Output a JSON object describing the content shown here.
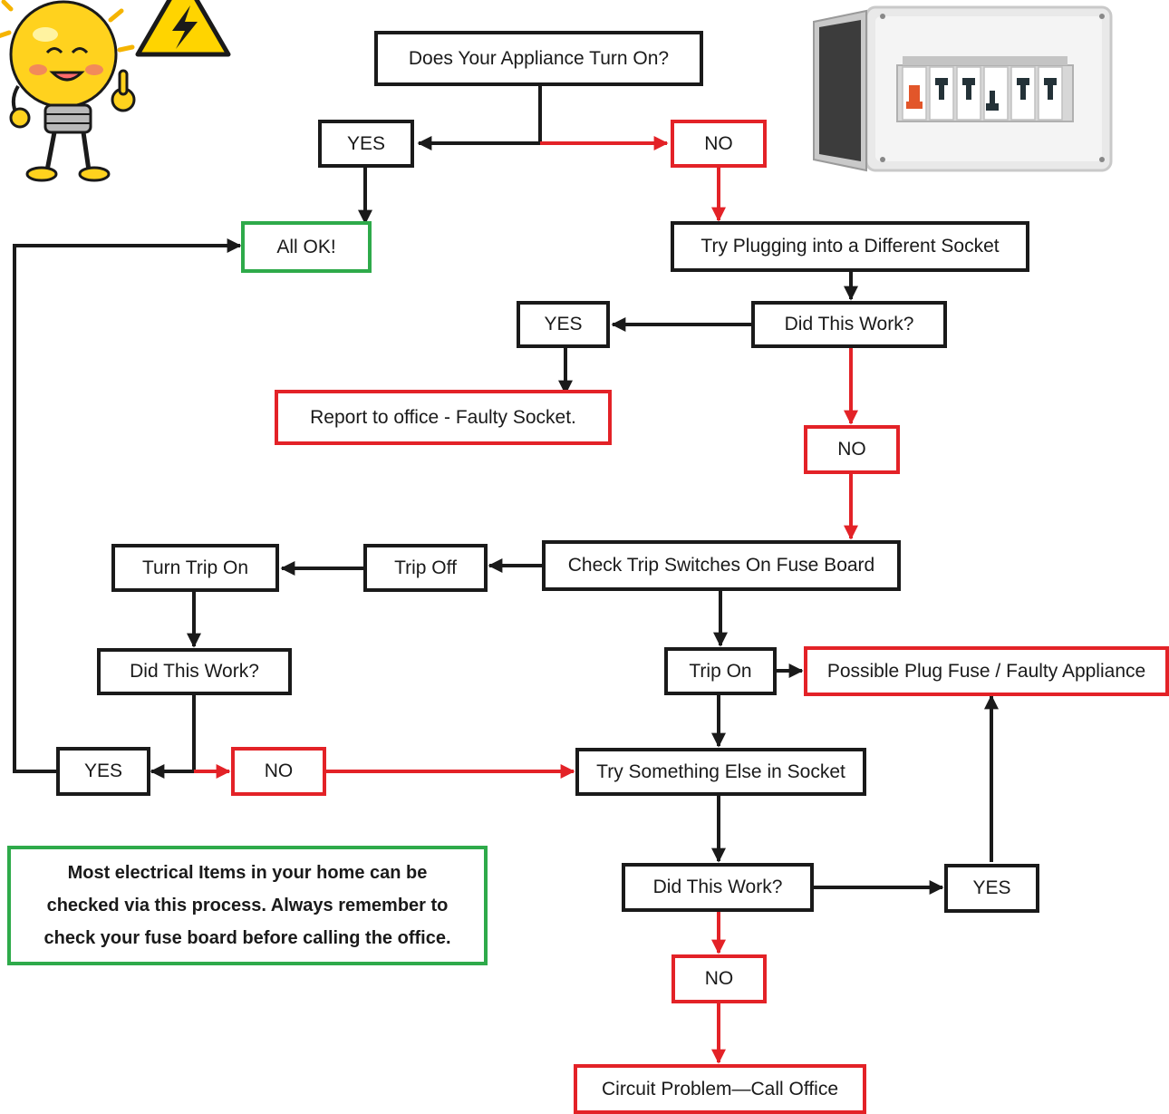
{
  "colors": {
    "black": "#1a1a1a",
    "red": "#e32227",
    "green": "#2eaa4a"
  },
  "icons": [
    "lightbulb-mascot-icon",
    "electric-warning-icon",
    "fuse-board-icon"
  ],
  "nodes": {
    "start": "Does Your Appliance Turn On?",
    "yes1": "YES",
    "no1": "NO",
    "all_ok": "All OK!",
    "try_socket": "Try Plugging into a Different Socket",
    "did_work1": "Did This Work?",
    "yes2": "YES",
    "report": "Report to office - Faulty Socket.",
    "no2": "NO",
    "check_trip": "Check Trip Switches On Fuse Board",
    "trip_off": "Trip Off",
    "turn_trip_on": "Turn Trip On",
    "did_work2": "Did This Work?",
    "yes3": "YES",
    "no3": "NO",
    "trip_on": "Trip On",
    "possible_fuse": "Possible Plug Fuse /  Faulty Appliance",
    "try_else": "Try Something Else in Socket",
    "did_work3": "Did This Work?",
    "yes4": "YES",
    "no4": "NO",
    "circuit": "Circuit Problem—Call Office"
  },
  "note": {
    "line1": "Most electrical Items in your home can be",
    "line2": "checked via this process. Always remember to",
    "line3": "check your fuse board before calling the office."
  }
}
